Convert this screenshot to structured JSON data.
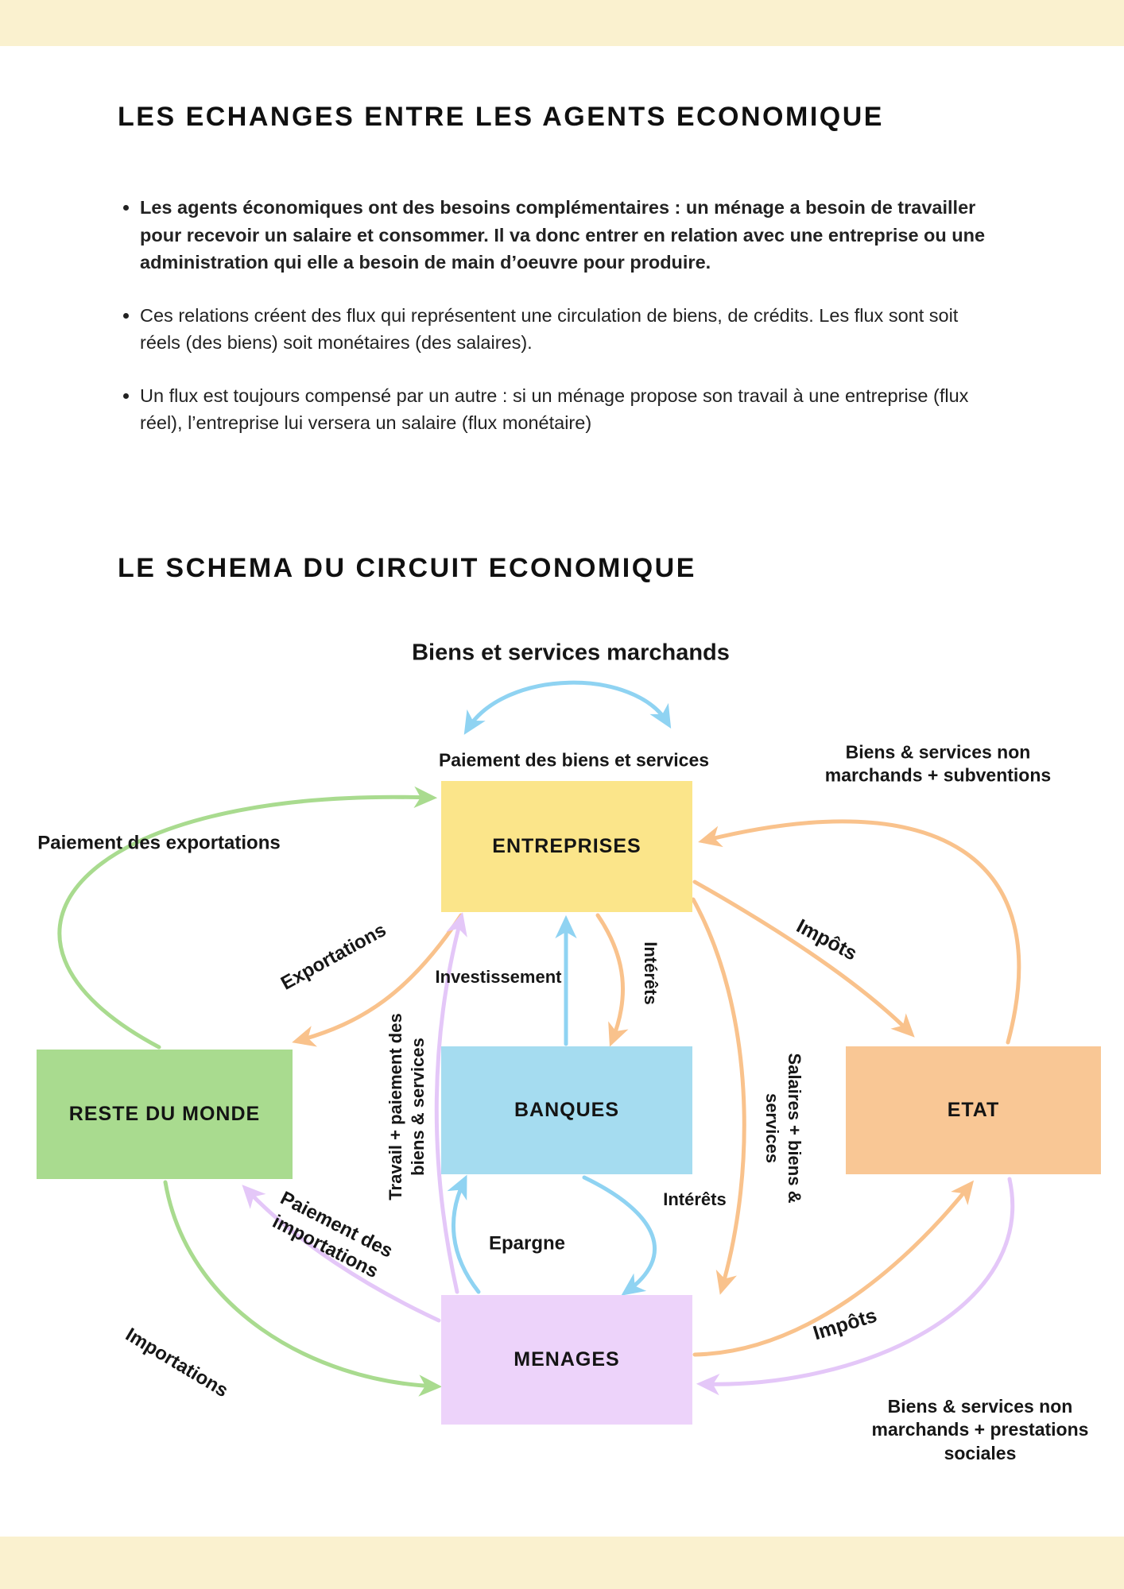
{
  "colors": {
    "cream": "#FAF1CF",
    "yellow": "#FBE58A",
    "blue": "#A5DCF0",
    "green": "#A9DB8F",
    "orange": "#F9C795",
    "purple": "#EDD3FA",
    "arrow_blue": "#8FD3F2",
    "arrow_green": "#A9DB8F",
    "arrow_orange": "#F9C28C",
    "arrow_purple": "#E4C7F8",
    "text": "#1C1C1C"
  },
  "page": {
    "title": "LES ECHANGES ENTRE LES AGENTS ECONOMIQUE",
    "bullets": [
      "Les agents économiques ont des besoins complémentaires : un ménage a besoin de travailler pour recevoir un salaire et consommer. Il va donc entrer en relation avec une entreprise ou une administration qui elle a besoin de main d’oeuvre pour produire.",
      "Ces relations créent des flux qui représentent une circulation de biens, de crédits. Les flux sont soit réels (des biens) soit monétaires (des salaires).",
      "Un flux est toujours compensé par un autre : si un ménage propose son travail à une entreprise (flux réel), l’entreprise lui versera un salaire (flux monétaire)"
    ],
    "section2_title": "LE SCHEMA DU CIRCUIT ECONOMIQUE"
  },
  "diagram": {
    "top_label": "Biens et services marchands",
    "boxes": {
      "entreprises": "ENTREPRISES",
      "reste_du_monde": "RESTE DU MONDE",
      "banques": "BANQUES",
      "etat": "ETAT",
      "menages": "MENAGES"
    },
    "flows": {
      "paiement_biens_services": "Paiement des biens et services",
      "biens_services_subventions": "Biens & services non marchands + subventions",
      "paiement_exportations": "Paiement des exportations",
      "exportations": "Exportations",
      "investissement": "Investissement",
      "interets_banques": "Intérêts",
      "impots_entreprises": "Impôts",
      "salaires_biens_services": "Salaires + biens & services",
      "travail_paiement": "Travail + paiement des biens & services",
      "interets_menages": "Intérêts",
      "epargne": "Epargne",
      "paiement_importations": "Paiement des importations",
      "importations": "Importations",
      "impots_menages": "Impôts",
      "biens_services_prestations": "Biens & services non marchands + prestations sociales"
    }
  }
}
